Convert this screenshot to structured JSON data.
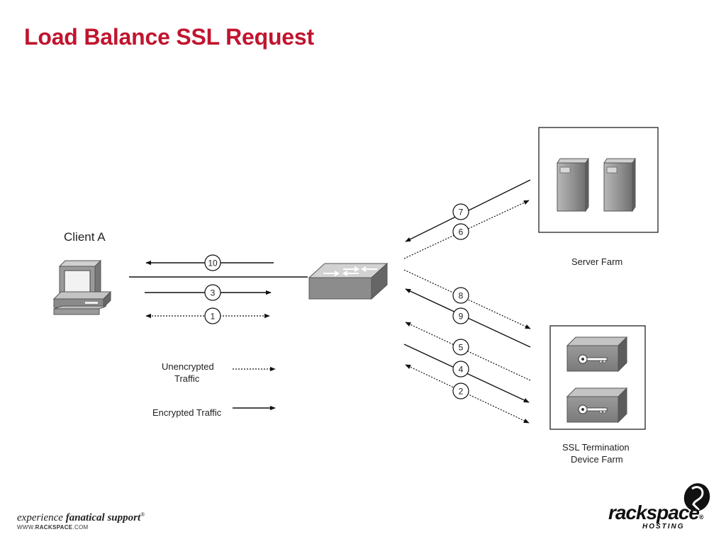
{
  "slide": {
    "title": "Load Balance SSL Request"
  },
  "diagram": {
    "client_label": "Client A",
    "server_farm_label": "Server Farm",
    "ssl_farm_label_line1": "SSL Termination",
    "ssl_farm_label_line2": "Device Farm",
    "legend": {
      "unencrypted_line1": "Unencrypted",
      "unencrypted_line2": "Traffic",
      "encrypted": "Encrypted Traffic"
    },
    "steps": [
      "1",
      "2",
      "3",
      "4",
      "5",
      "6",
      "7",
      "8",
      "9",
      "10"
    ]
  },
  "footer": {
    "tagline_prefix": "experience ",
    "tagline_emphasis": "fanatical support",
    "tagline_mark": "®",
    "url_prefix": "WWW.",
    "url_brand": "RACKSPACE",
    "url_suffix": ".COM",
    "logo_word": "rackspace",
    "logo_mark": "®",
    "logo_sub": "HOSTING"
  },
  "colors": {
    "title": "#c0152f"
  }
}
